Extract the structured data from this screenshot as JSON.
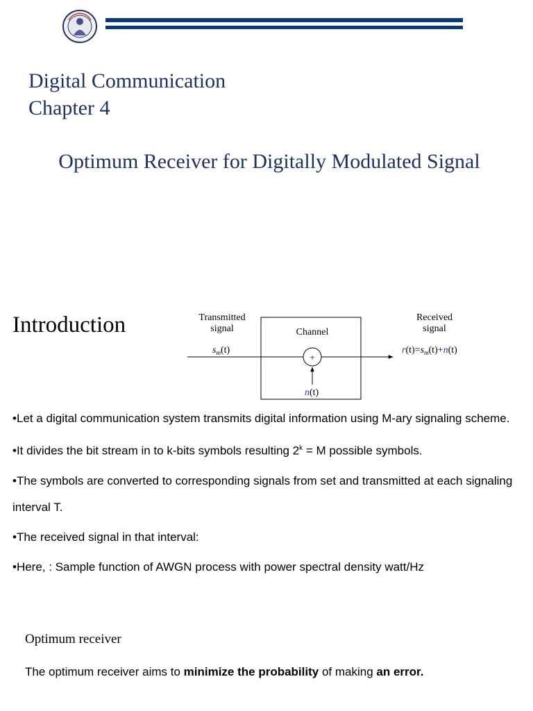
{
  "header": {
    "logo_icon": "university-emblem-icon",
    "bar_color": "#0a3a7a"
  },
  "title": {
    "course": "Digital Communication",
    "chapter": "Chapter 4",
    "subtitle": "Optimum Receiver for Digitally Modulated Signal",
    "color": "#1f3163"
  },
  "intro": {
    "heading": "Introduction",
    "diagram": {
      "transmitted_label_1": "Transmitted",
      "transmitted_label_2": "signal",
      "channel_label": "Channel",
      "received_label_1": "Received",
      "received_label_2": "signal",
      "input_symbol": "s",
      "input_sub": "m",
      "input_arg": "(t)",
      "output_r": "r",
      "output_eq_1": "(t)=",
      "output_s": "s",
      "output_sub": "m",
      "output_eq_2": "(t)+",
      "output_n": "n",
      "output_eq_3": "(t)",
      "noise_n": "n",
      "noise_arg": "(t)",
      "adder_symbol": "+",
      "accent_color": "#3333aa"
    },
    "bullets": {
      "b1": "•Let a digital communication system transmits digital information using M-ary signaling scheme.",
      "b2_pre": "•It divides the bit stream in to k-bits symbols resulting 2",
      "b2_sup": "k",
      "b2_post": " = M possible symbols.",
      "b3": "•The symbols are converted to corresponding signals from set  and transmitted at each signaling interval T.",
      "b4": "•The received signal in that interval:",
      "b5": "•Here,  : Sample function of AWGN process with power spectral density   watt/Hz"
    }
  },
  "optimum": {
    "heading": "Optimum receiver",
    "text_1": "The optimum receiver aims to ",
    "text_bold_1": "minimize the probability",
    "text_2": " of making ",
    "text_bold_2": "an error."
  }
}
